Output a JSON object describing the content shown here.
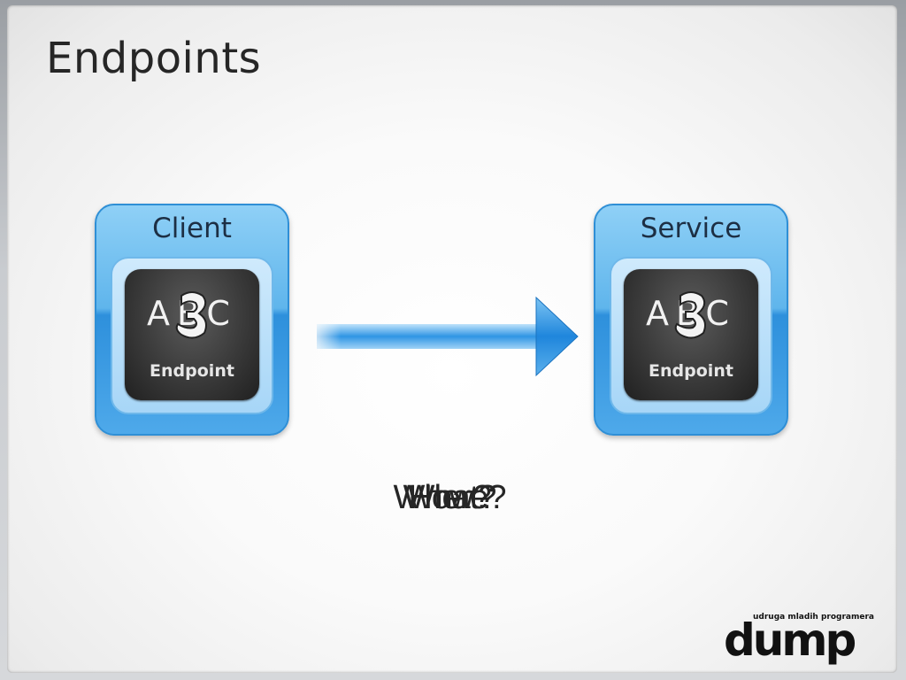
{
  "slide": {
    "title": "Endpoints",
    "client": {
      "label": "Client",
      "letters": "ABC",
      "endpoint_label": "Endpoint"
    },
    "service": {
      "label": "Service",
      "letters": "ABC",
      "endpoint_label": "Endpoint"
    },
    "questions": [
      "Where?",
      "How?",
      "What?"
    ],
    "logo": {
      "tagline": "udruga mladih programera",
      "name": "dump"
    }
  },
  "colors": {
    "box_blue": "#3d9fe6",
    "tile_dark": "#333333",
    "arrow_blue": "#1f8ae0",
    "text_dark": "#262626"
  },
  "icons": [
    "arrow-right-icon",
    "abc-endpoint-icon"
  ]
}
